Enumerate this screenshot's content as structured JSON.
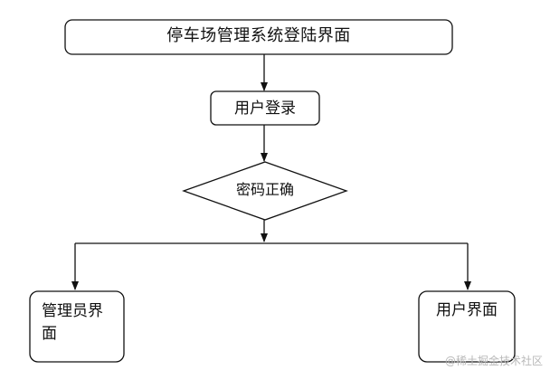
{
  "diagram": {
    "title_node": "停车场管理系统登陆界面",
    "login_node": "用户登录",
    "decision_node": "密码正确",
    "admin_node": "管理员界面",
    "user_node": "用户界面"
  },
  "watermark": "@稀土掘金技术社区",
  "colors": {
    "line": "#111111",
    "background": "#ffffff",
    "watermark": "#b8b8b8"
  }
}
